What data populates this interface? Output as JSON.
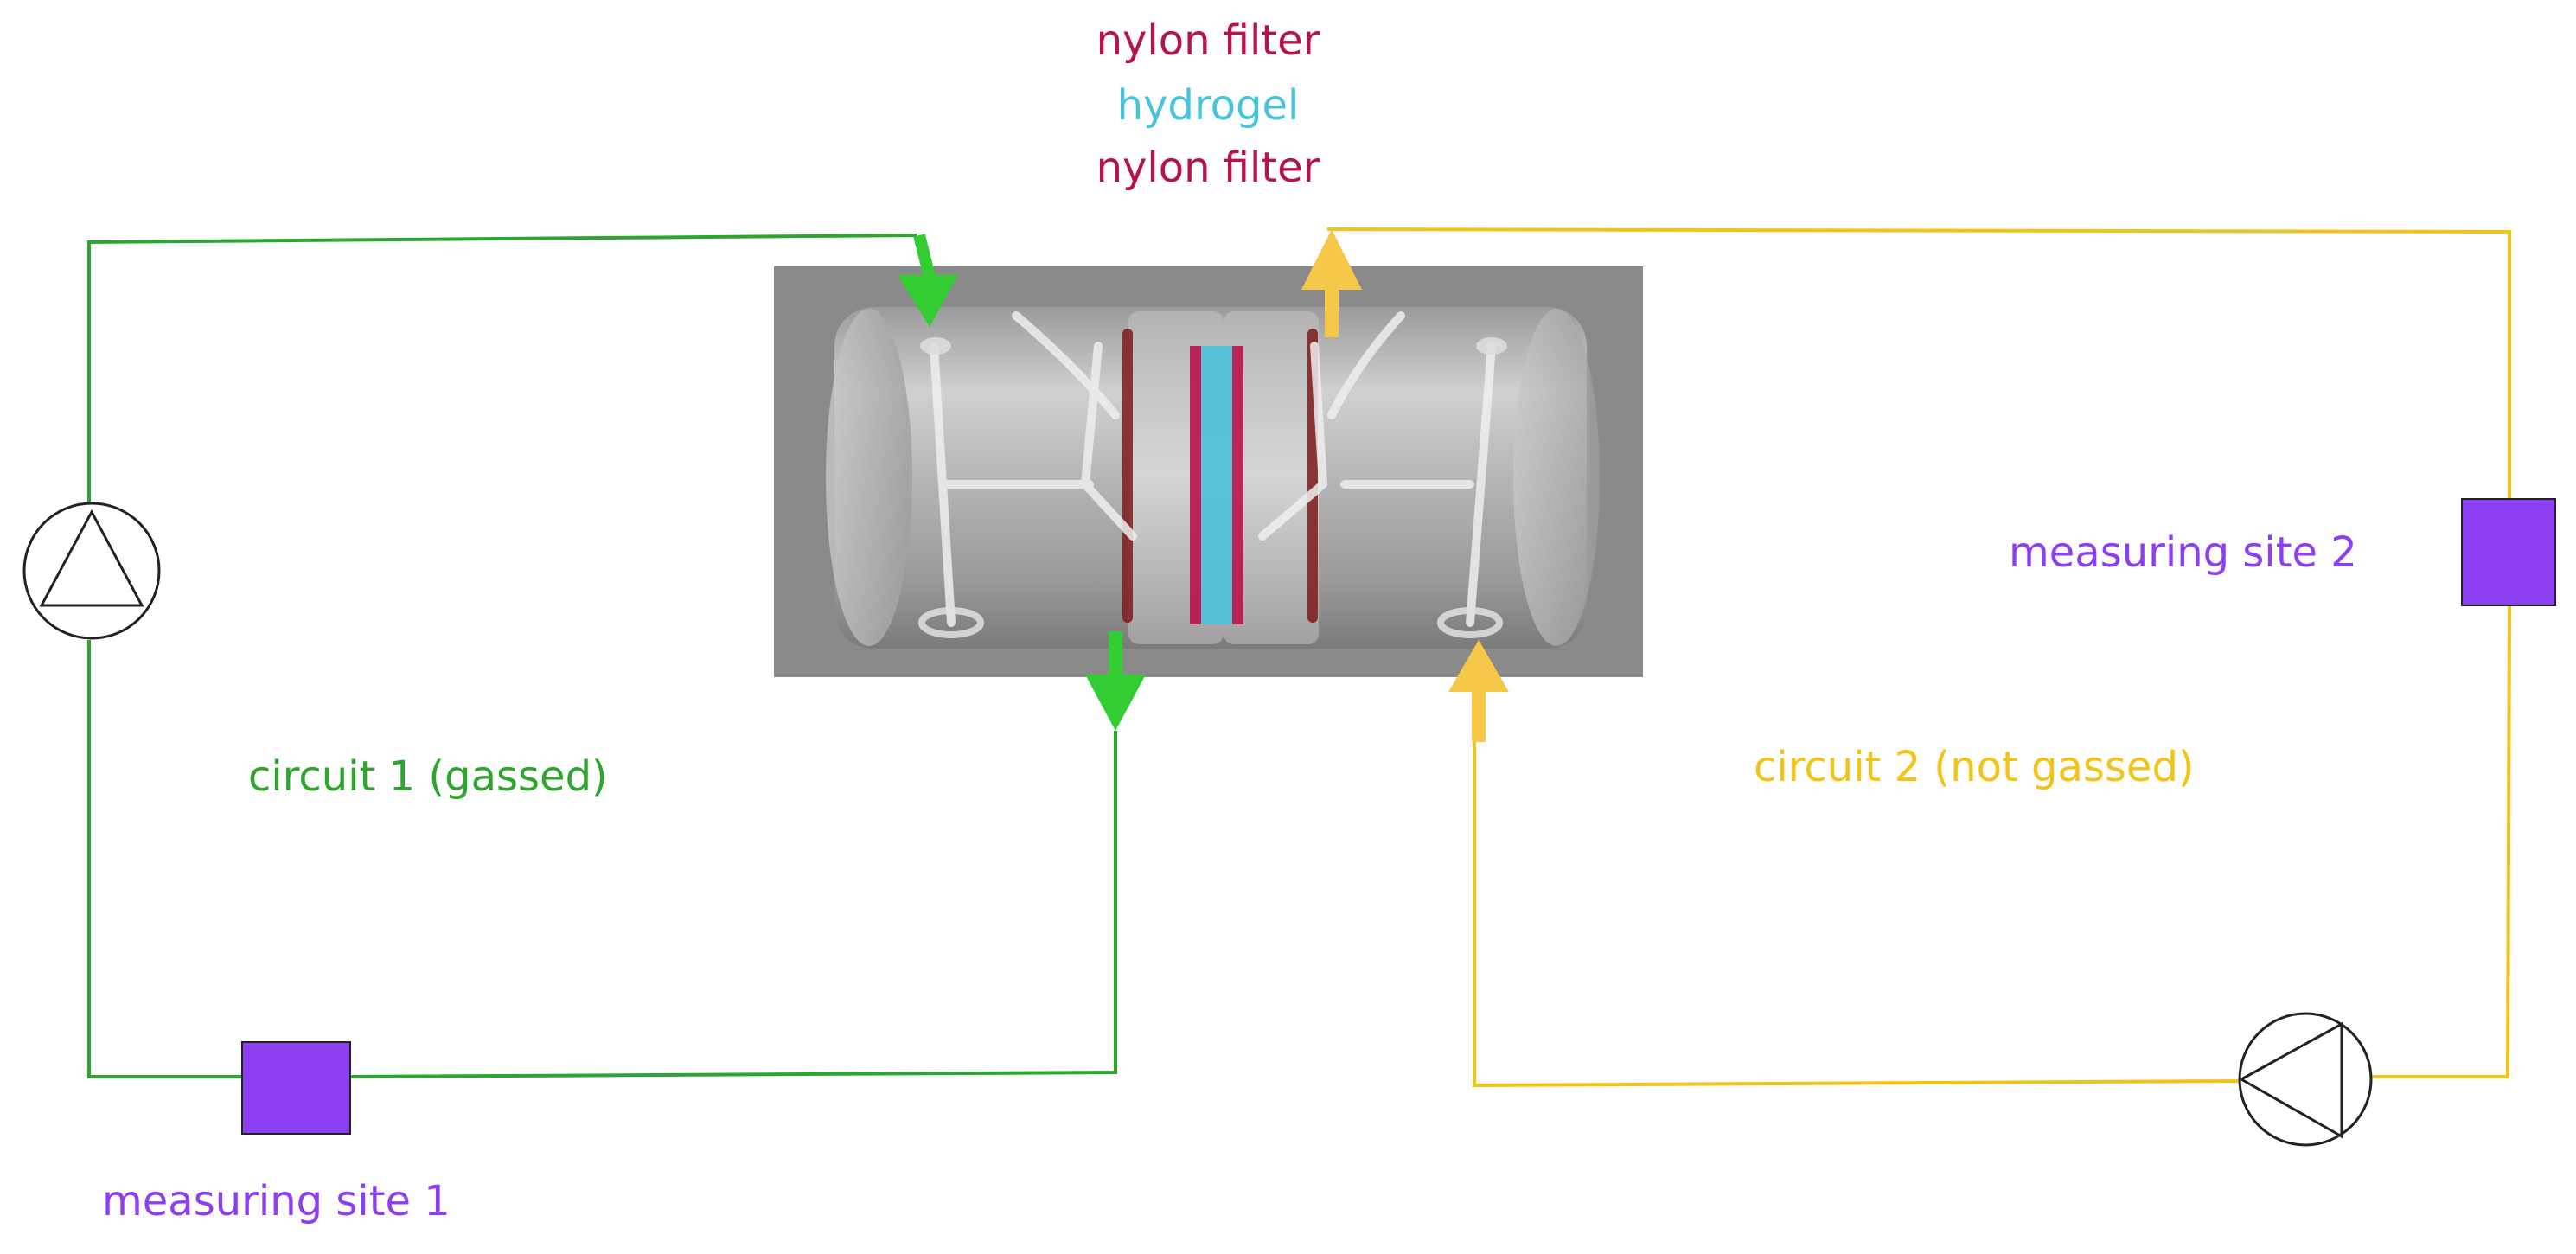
{
  "labels": {
    "filter_top": "nylon filter",
    "hydrogel": "hydrogel",
    "filter_bottom": "nylon filter",
    "circuit1": "circuit 1 (gassed)",
    "circuit2": "circuit 2 (not gassed)",
    "site1": "measuring site 1",
    "site2": "measuring site 2"
  },
  "colors": {
    "circuit1": "#2ea52e",
    "circuit1_arrow": "#33cc33",
    "circuit2": "#f2c418",
    "circuit2_arrow": "#f5c84a",
    "nylon_filter": "#b8124a",
    "hydrogel": "#48c3dc",
    "measuring_site": "#8b3ff0",
    "device_background": "#8a8a8a"
  }
}
